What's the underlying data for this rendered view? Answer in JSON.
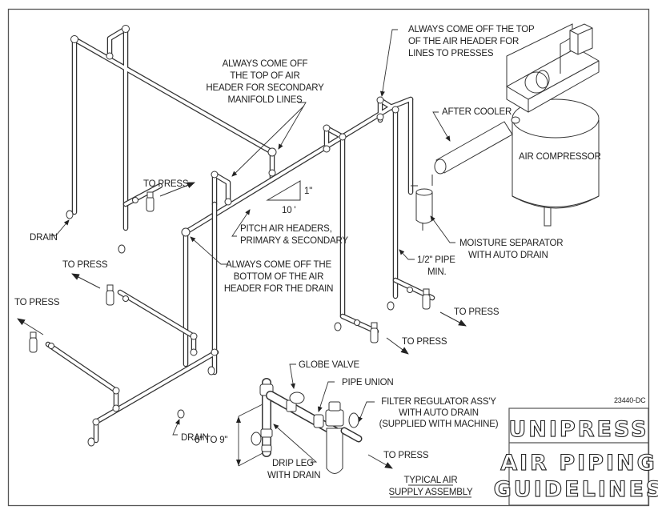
{
  "drawing": {
    "title_block": {
      "drawing_number": "23440-DC",
      "company": "UNIPRESS",
      "title_line_1": "AIR PIPING",
      "title_line_2": "GUIDELINES"
    },
    "labels": {
      "secondary_manifold": [
        "ALWAYS COME OFF",
        "THE TOP OF AIR",
        "HEADER FOR SECONDARY",
        "MANIFOLD LINES"
      ],
      "lines_to_presses": [
        "ALWAYS COME OFF THE TOP",
        "OF THE AIR HEADER FOR",
        "LINES TO PRESSES"
      ],
      "after_cooler": "AFTER COOLER",
      "air_compressor": "AIR COMPRESSOR",
      "pitch_rise": "1\"",
      "pitch_run": "10 '",
      "pitch_headers": [
        "PITCH AIR HEADERS,",
        "PRIMARY & SECONDARY"
      ],
      "drain_bottom": [
        "ALWAYS COME OFF THE",
        "BOTTOM OF THE AIR",
        "HEADER FOR THE DRAIN"
      ],
      "moisture_separator": [
        "MOISTURE SEPARATOR",
        "WITH AUTO DRAIN"
      ],
      "pipe_min": [
        "1/2\" PIPE",
        "MIN."
      ],
      "drain": "DRAIN",
      "to_press": "TO PRESS",
      "globe_valve": "GLOBE VALVE",
      "pipe_union": "PIPE UNION",
      "filter_regulator": [
        "FILTER REGULATOR ASS'Y",
        "WITH AUTO DRAIN",
        "(SUPPLIED WITH MACHINE)"
      ],
      "drip_leg_height": "6\" TO 9\"",
      "drip_leg": [
        "DRIP LEG",
        "WITH DRAIN"
      ],
      "typical_assembly": [
        "TYPICAL AIR",
        "SUPPLY ASSEMBLY"
      ]
    },
    "icons": [
      "air-compressor-icon",
      "after-cooler-icon",
      "moisture-separator-icon",
      "filter-regulator-icon",
      "globe-valve-icon",
      "pipe-union-icon",
      "drain-valve-icon",
      "pitch-triangle-icon",
      "arrow-icon"
    ]
  }
}
